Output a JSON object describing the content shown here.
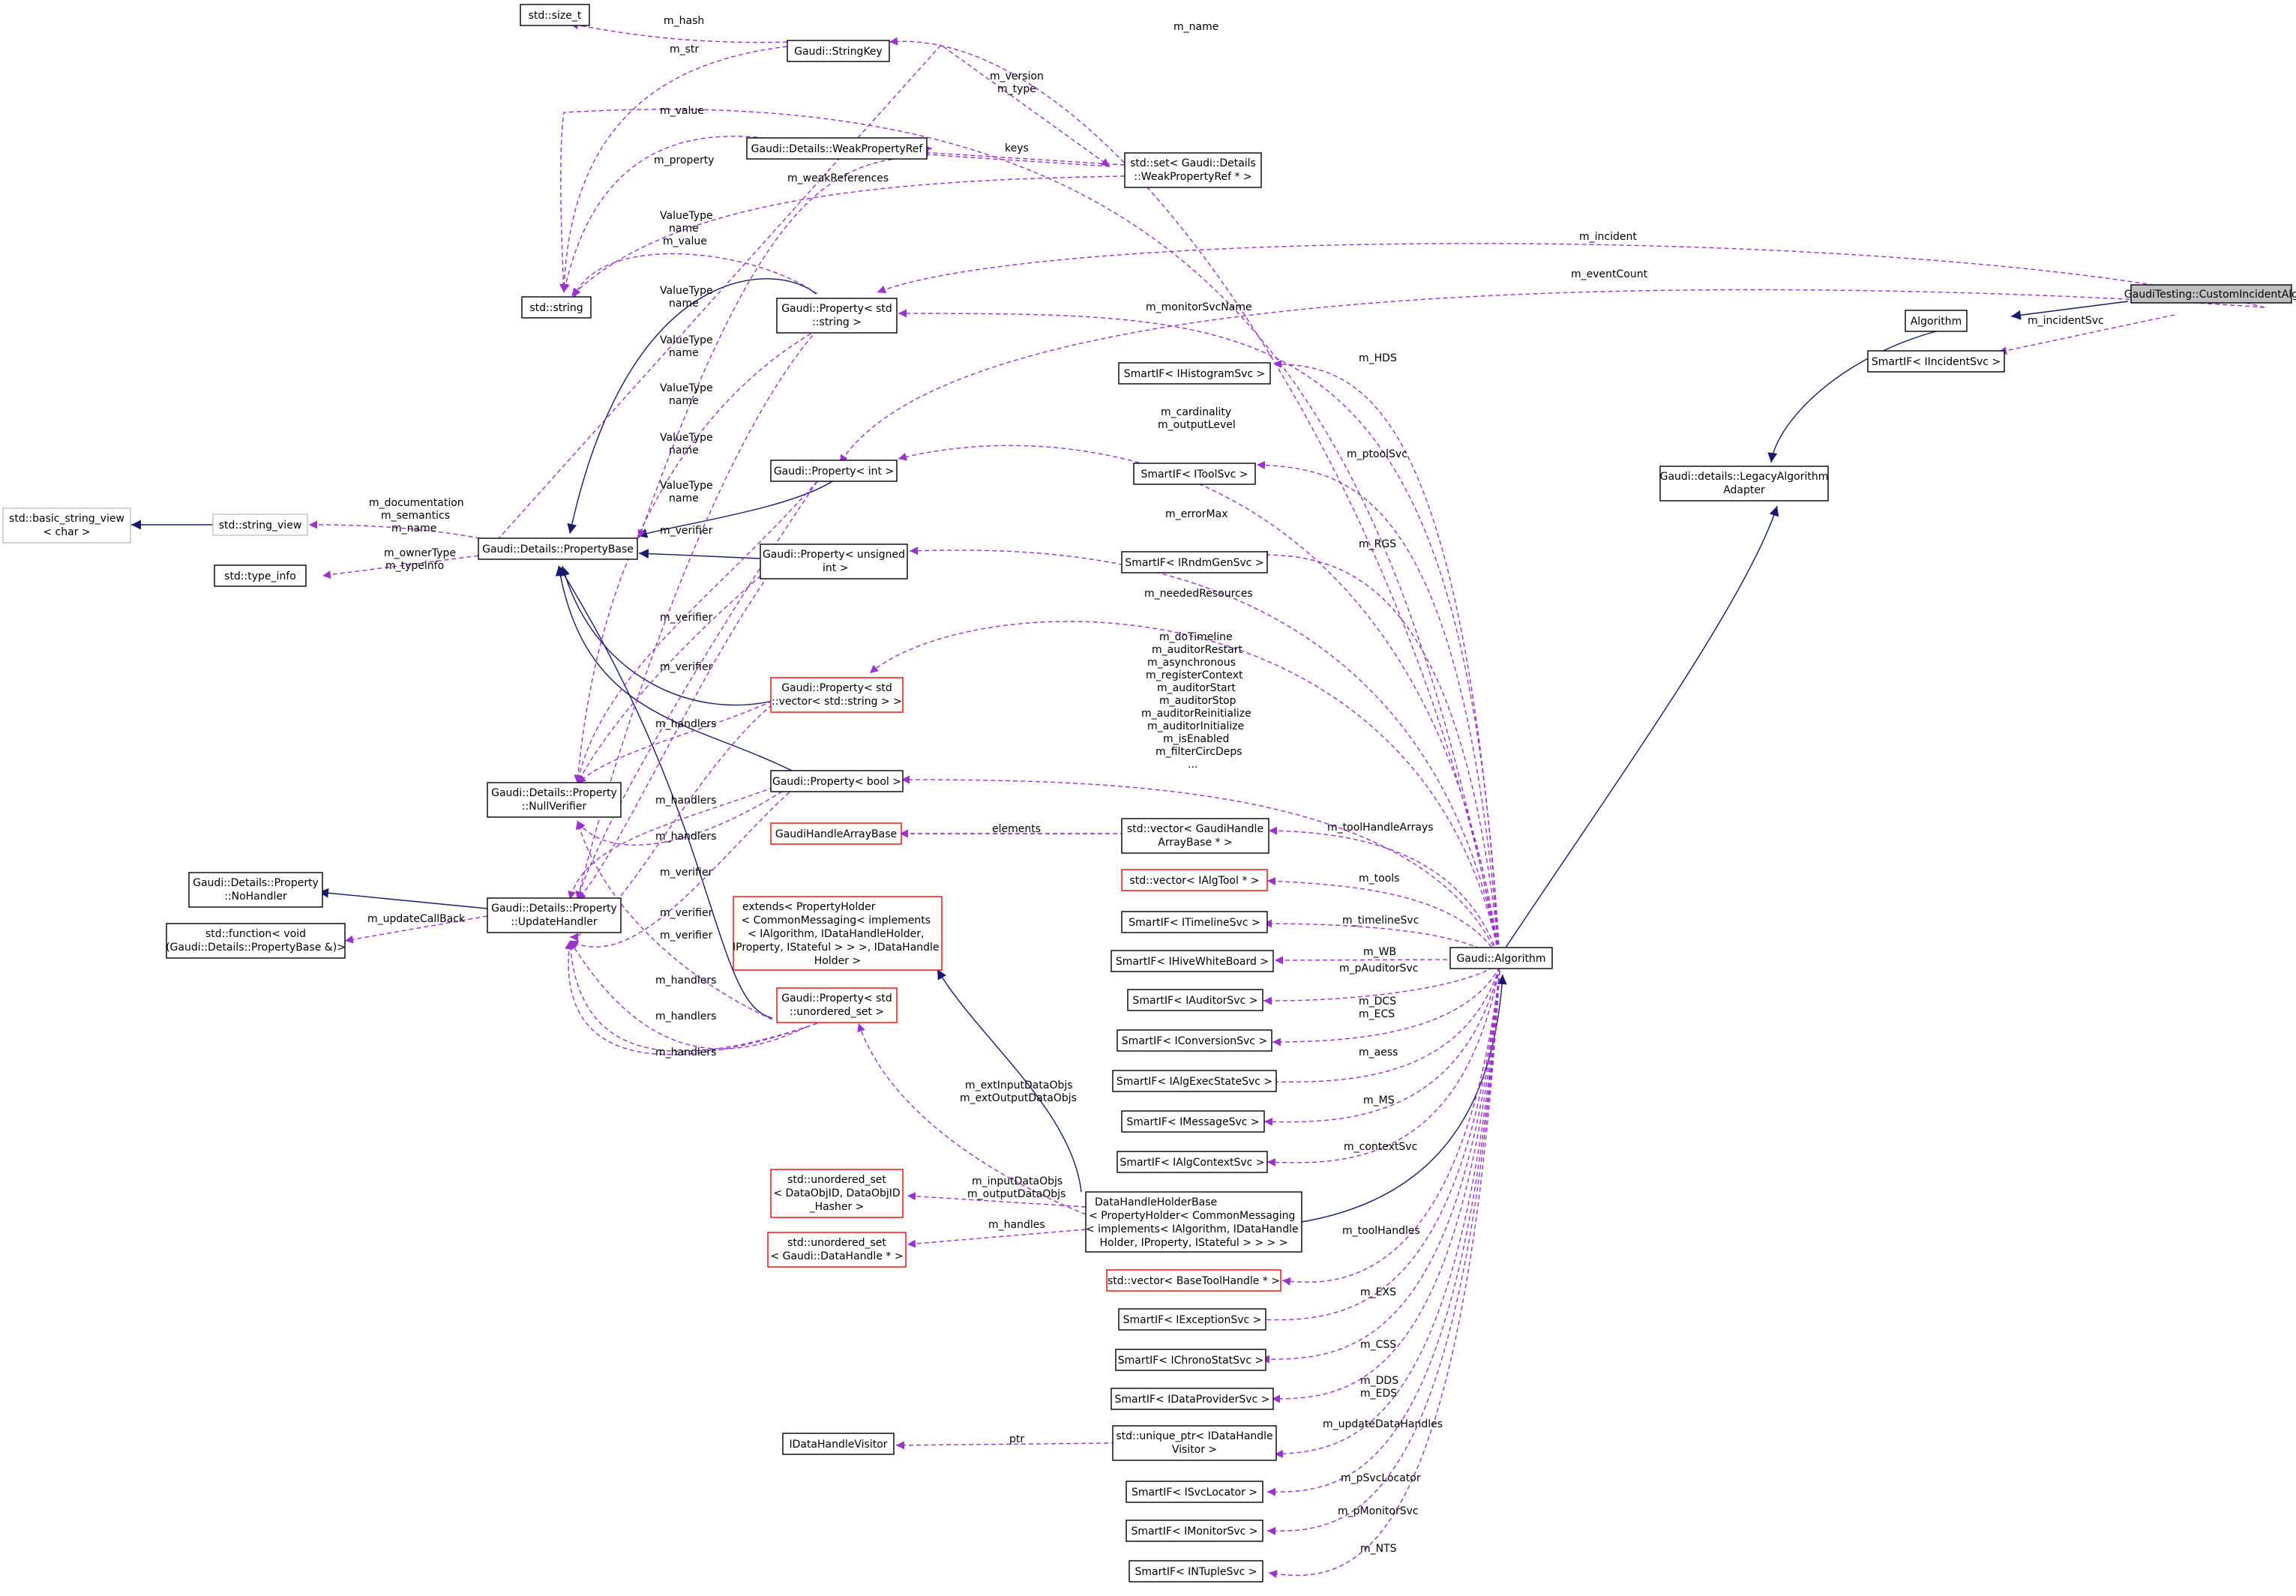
{
  "nodes": {
    "custom_incident_alg": "GaudiTesting::CustomIncidentAlg",
    "algorithm": "Algorithm",
    "smartif_iincidentsvc": "SmartIF< IIncidentSvc >",
    "legacy_adapter": [
      "Gaudi::details::LegacyAlgorithm",
      "Adapter"
    ],
    "gaudi_algorithm": "Gaudi::Algorithm",
    "std_size_t": "std::size_t",
    "string_key": "Gaudi::StringKey",
    "weak_property_ref": "Gaudi::Details::WeakPropertyRef",
    "std_set_weakref": [
      "std::set< Gaudi::Details",
      "::WeakPropertyRef * >"
    ],
    "std_string": "std::string",
    "property_std_string": [
      "Gaudi::Property< std",
      "::string >"
    ],
    "smartif_ihistogramsvc": "SmartIF< IHistogramSvc >",
    "property_int": "Gaudi::Property< int >",
    "smartif_itoolsvc": "SmartIF< IToolSvc >",
    "property_base": "Gaudi::Details::PropertyBase",
    "std_basic_string_view": [
      "std::basic_string_view",
      "< char >"
    ],
    "std_string_view": "std::string_view",
    "std_type_info": "std::type_info",
    "property_unsigned_int": [
      "Gaudi::Property< unsigned",
      " int >"
    ],
    "smartif_irndmgensvc": "SmartIF< IRndmGenSvc >",
    "property_vector_string": [
      "Gaudi::Property< std",
      "::vector< std::string > >"
    ],
    "property_bool": "Gaudi::Property< bool >",
    "null_verifier": [
      "Gaudi::Details::Property",
      "::NullVerifier"
    ],
    "gaudi_handle_array_base": "GaudiHandleArrayBase",
    "std_vector_gaudihandle": [
      "std::vector< GaudiHandle",
      "ArrayBase * >"
    ],
    "no_handler": [
      "Gaudi::Details::Property",
      "::NoHandler"
    ],
    "update_handler": [
      "Gaudi::Details::Property",
      "::UpdateHandler"
    ],
    "std_function": [
      "std::function< void",
      "(Gaudi::Details::PropertyBase &)>"
    ],
    "extends_holder": [
      "extends< PropertyHolder",
      "< CommonMessaging< implements",
      "< IAlgorithm, IDataHandleHolder,",
      "IProperty, IStateful > > >, IDataHandle",
      "Holder >"
    ],
    "std_vector_ialgtool": "std::vector< IAlgTool * >",
    "smartif_itimelinesvc": "SmartIF< ITimelineSvc >",
    "smartif_ihivewhiteboard": "SmartIF< IHiveWhiteBoard >",
    "property_unordered_set": [
      "Gaudi::Property< std",
      "::unordered_set >"
    ],
    "smartif_iauditorsvc": "SmartIF< IAuditorSvc >",
    "smartif_iconversionsvc": "SmartIF< IConversionSvc >",
    "smartif_ialgexecstatesvc": "SmartIF< IAlgExecStateSvc >",
    "smartif_imessagesvc": "SmartIF< IMessageSvc >",
    "smartif_ialgcontextsvc": "SmartIF< IAlgContextSvc >",
    "unordered_set_dataobjid": [
      "std::unordered_set",
      "< DataObjID, DataObjID",
      "_Hasher >"
    ],
    "data_handle_holder_base": [
      "DataHandleHolderBase",
      "< PropertyHolder< CommonMessaging",
      "< implements< IAlgorithm, IDataHandle",
      "Holder, IProperty, IStateful > > > >"
    ],
    "unordered_set_datahandle": [
      "std::unordered_set",
      "< Gaudi::DataHandle * >"
    ],
    "std_vector_basetoolhandle": "std::vector< BaseToolHandle * >",
    "smartif_iexceptionsvc": "SmartIF< IExceptionSvc >",
    "smartif_ichronostatsvc": "SmartIF< IChronoStatSvc >",
    "smartif_idataprovidersvc": "SmartIF< IDataProviderSvc >",
    "idatahandlevisitor": "IDataHandleVisitor",
    "unique_ptr_visitor": [
      "std::unique_ptr< IDataHandle",
      "Visitor >"
    ],
    "smartif_isvclocator": "SmartIF< ISvcLocator >",
    "smartif_imonitorsvc": "SmartIF< IMonitorSvc >",
    "smartif_intuplesvc": "SmartIF< INTupleSvc >"
  },
  "edges": {
    "m_hash": "m_hash",
    "m_str": "m_str",
    "m_name": "m_name",
    "m_version_type": [
      "m_version",
      "m_type"
    ],
    "m_value": "m_value",
    "keys": "keys",
    "m_property": "m_property",
    "m_weakReferences": "m_weakReferences",
    "valuetype_name_value": [
      "ValueType",
      "name",
      "m_value"
    ],
    "m_incident": "m_incident",
    "m_eventCount": "m_eventCount",
    "m_incidentSvc": "m_incidentSvc",
    "valuetype_name_1": [
      "ValueType",
      "name"
    ],
    "valuetype_name_2": [
      "ValueType",
      "name"
    ],
    "valuetype_name_3": [
      "ValueType",
      "name"
    ],
    "valuetype_name_4": [
      "ValueType",
      "name"
    ],
    "valuetype_name_5": [
      "ValueType",
      "name"
    ],
    "m_monitorSvcName": "m_monitorSvcName",
    "m_HDS": "m_HDS",
    "m_cardinality": [
      "m_cardinality",
      "m_outputLevel"
    ],
    "m_ptoolSvc": "m_ptoolSvc",
    "m_documentation": [
      "m_documentation",
      "m_semantics",
      "m_name"
    ],
    "m_ownerType": [
      "m_ownerType",
      "m_typeinfo"
    ],
    "m_verifier_1": "m_verifier",
    "m_errorMax": "m_errorMax",
    "m_RGS": "m_RGS",
    "m_neededResources": "m_neededResources",
    "m_verifier_2": "m_verifier",
    "m_verifier_3": "m_verifier",
    "bool_props": [
      "m_doTimeline",
      "m_auditorRestart",
      "m_asynchronous",
      "m_registerContext",
      "m_auditorStart",
      "m_auditorStop",
      "m_auditorReinitialize",
      "m_auditorInitialize",
      "m_isEnabled",
      "m_filterCircDeps",
      "..."
    ],
    "m_handlers_1": "m_handlers",
    "m_handlers_2": "m_handlers",
    "m_handlers_3": "m_handlers",
    "elements": "elements",
    "m_toolHandleArrays": "m_toolHandleArrays",
    "m_verifier_4": "m_verifier",
    "m_verifier_5": "m_verifier",
    "m_verifier_6": "m_verifier",
    "m_updateCallBack": "m_updateCallBack",
    "m_tools": "m_tools",
    "m_timelineSvc": "m_timelineSvc",
    "m_WB": "m_WB",
    "m_pAuditorSvc": "m_pAuditorSvc",
    "m_handlers_4": "m_handlers",
    "m_handlers_5": "m_handlers",
    "m_DCS_ECS": [
      "m_DCS",
      "m_ECS"
    ],
    "m_handlers_6": "m_handlers",
    "m_aess": "m_aess",
    "m_extData": [
      "m_extInputDataObjs",
      "m_extOutputDataObjs"
    ],
    "m_MS": "m_MS",
    "m_contextSvc": "m_contextSvc",
    "m_inputData": [
      "m_inputDataObjs",
      "m_outputDataObjs"
    ],
    "m_handles": "m_handles",
    "m_toolHandles": "m_toolHandles",
    "m_EXS": "m_EXS",
    "m_CSS": "m_CSS",
    "m_DDS_EDS": [
      "m_DDS",
      "m_EDS"
    ],
    "m_updateDataHandles": "m_updateDataHandles",
    "ptr": "ptr",
    "m_pSvcLocator": "m_pSvcLocator",
    "m_pMonitorSvc": "m_pMonitorSvc",
    "m_NTS": "m_NTS"
  },
  "colors": {
    "inheritance": "#191970",
    "usage": "#9a32cd",
    "node_border": "#000000",
    "node_border_incomplete": "#ff0000",
    "node_border_external": "#bfbfbf",
    "highlight_fill": "#bfbfbf"
  }
}
